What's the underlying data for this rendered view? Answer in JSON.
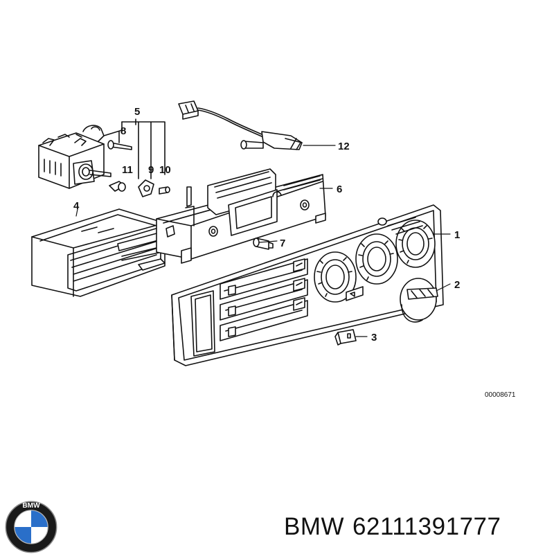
{
  "callouts": {
    "c1": "1",
    "c2": "2",
    "c3": "3",
    "c4": "4",
    "c5": "5",
    "c6": "6",
    "c7": "7",
    "c8": "8",
    "c9": "9",
    "c10": "10",
    "c11": "11",
    "c12": "12"
  },
  "reference_number": "00008671",
  "footer": {
    "brand": "BMW",
    "part_number": "62111391777"
  },
  "logo": {
    "letters": "BMW",
    "colors": {
      "ring": "#1a1a1a",
      "blue": "#2a6fc9",
      "white": "#ffffff"
    }
  }
}
